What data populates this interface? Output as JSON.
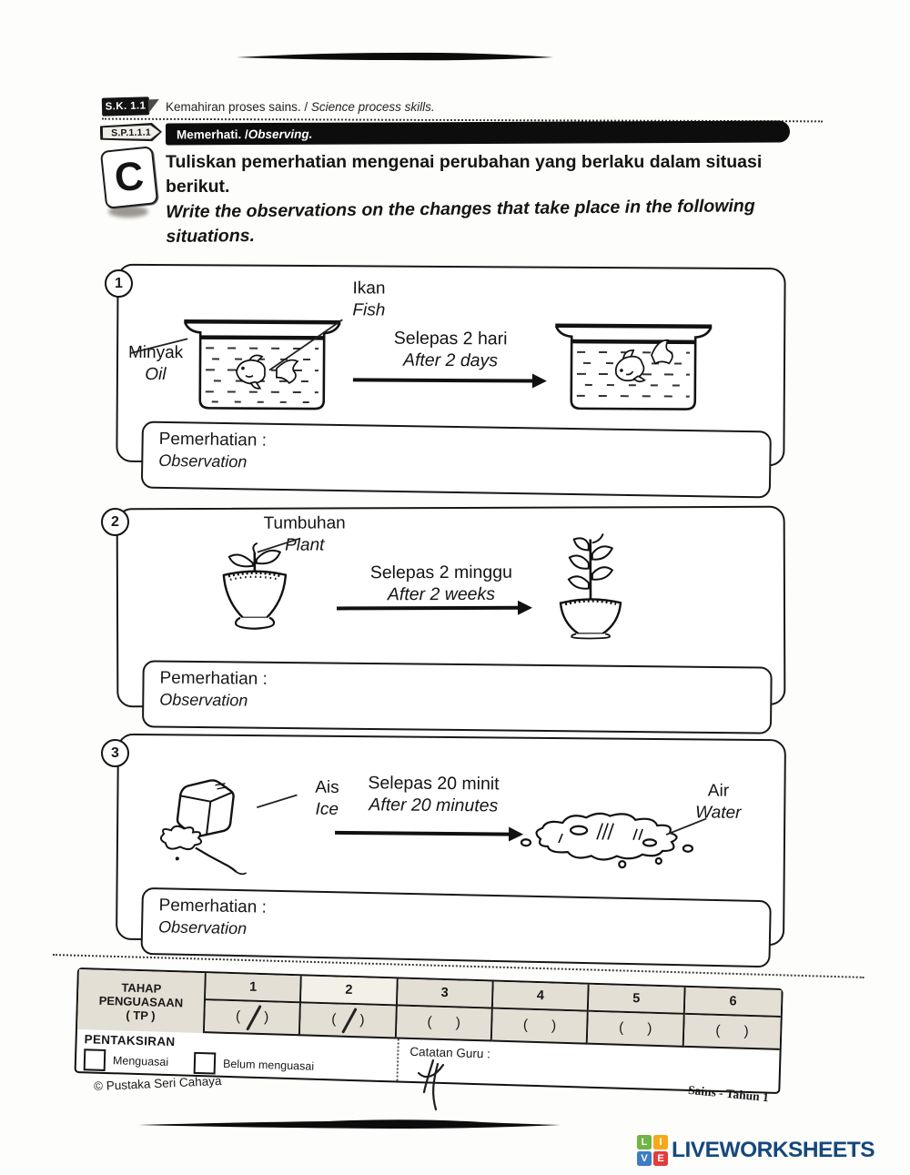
{
  "page": {
    "header": {
      "sk_badge": "S.K. 1.1",
      "sk_label_my": "Kemahiran proses sains. / ",
      "sk_label_en": "Science process skills.",
      "sp_badge": "S.P.1.1.1",
      "sp_label_my": "Memerhati. / ",
      "sp_label_en": "Observing.",
      "section_letter": "C",
      "instruction_my": "Tuliskan pemerhatian mengenai perubahan yang berlaku dalam situasi berikut.",
      "instruction_en": "Write the observations on the changes that take place in the following situations."
    },
    "questions": [
      {
        "number": "1",
        "subject_my": "Ikan",
        "subject_en": "Fish",
        "extra_my": "Minyak",
        "extra_en": "Oil",
        "duration_my": "Selepas 2 hari",
        "duration_en": "After 2 days",
        "observation_my": "Pemerhatian :",
        "observation_en": "Observation"
      },
      {
        "number": "2",
        "subject_my": "Tumbuhan",
        "subject_en": "Plant",
        "duration_my": "Selepas 2 minggu",
        "duration_en": "After 2 weeks",
        "observation_my": "Pemerhatian :",
        "observation_en": "Observation"
      },
      {
        "number": "3",
        "subject_my": "Ais",
        "subject_en": "Ice",
        "result_my": "Air",
        "result_en": "Water",
        "duration_my": "Selepas 20 minit",
        "duration_en": "After 20 minutes",
        "observation_my": "Pemerhatian :",
        "observation_en": "Observation"
      }
    ],
    "mastery_table": {
      "header_line1": "TAHAP",
      "header_line2": "PENGUASAAN",
      "header_line3": "( TP )",
      "levels": [
        {
          "label": "1",
          "ticked": true
        },
        {
          "label": "2",
          "ticked": true
        },
        {
          "label": "3",
          "ticked": false
        },
        {
          "label": "4",
          "ticked": false
        },
        {
          "label": "5",
          "ticked": false
        },
        {
          "label": "6",
          "ticked": false
        }
      ],
      "paren_open": "(",
      "paren_close": ")",
      "assessment_label": "PENTAKSIRAN",
      "checkbox1_label": "Menguasai",
      "checkbox2_label": "Belum menguasai",
      "teacher_note_label": "Catatan Guru :"
    },
    "footer": {
      "copyright": "© Pustaka Seri Cahaya",
      "book_label": "Sains - Tahun 1"
    },
    "watermark": {
      "blocks": [
        {
          "letter": "L",
          "color": "#6fb644"
        },
        {
          "letter": "I",
          "color": "#f6a81c"
        },
        {
          "letter": "V",
          "color": "#3c7dc4"
        },
        {
          "letter": "E",
          "color": "#e23d3d"
        }
      ],
      "text": "LIVEWORKSHEETS",
      "text_color": "#15487d"
    }
  }
}
